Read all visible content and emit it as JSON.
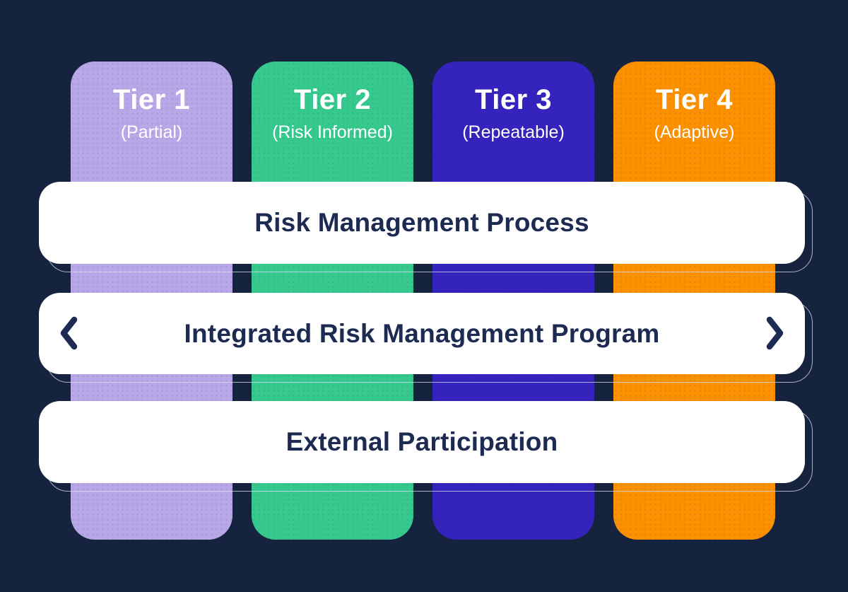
{
  "colors": {
    "bg": "#16233E",
    "bar-bg": "#FFFFFF",
    "ink": "#1D2B52",
    "outline": "#D9E0F0",
    "tier-label": "#FFFFFF"
  },
  "tiers": [
    {
      "label": "Tier 1",
      "sublabel": "(Partial)",
      "color": "#B9A8E8"
    },
    {
      "label": "Tier 2",
      "sublabel": "(Risk Informed)",
      "color": "#36C98E"
    },
    {
      "label": "Tier 3",
      "sublabel": "(Repeatable)",
      "color": "#3423BC"
    },
    {
      "label": "Tier 4",
      "sublabel": "(Adaptive)",
      "color": "#FB9100"
    }
  ],
  "bars": [
    {
      "label": "Risk Management Process"
    },
    {
      "label": "Integrated Risk Management Program"
    },
    {
      "label": "External Participation"
    }
  ]
}
